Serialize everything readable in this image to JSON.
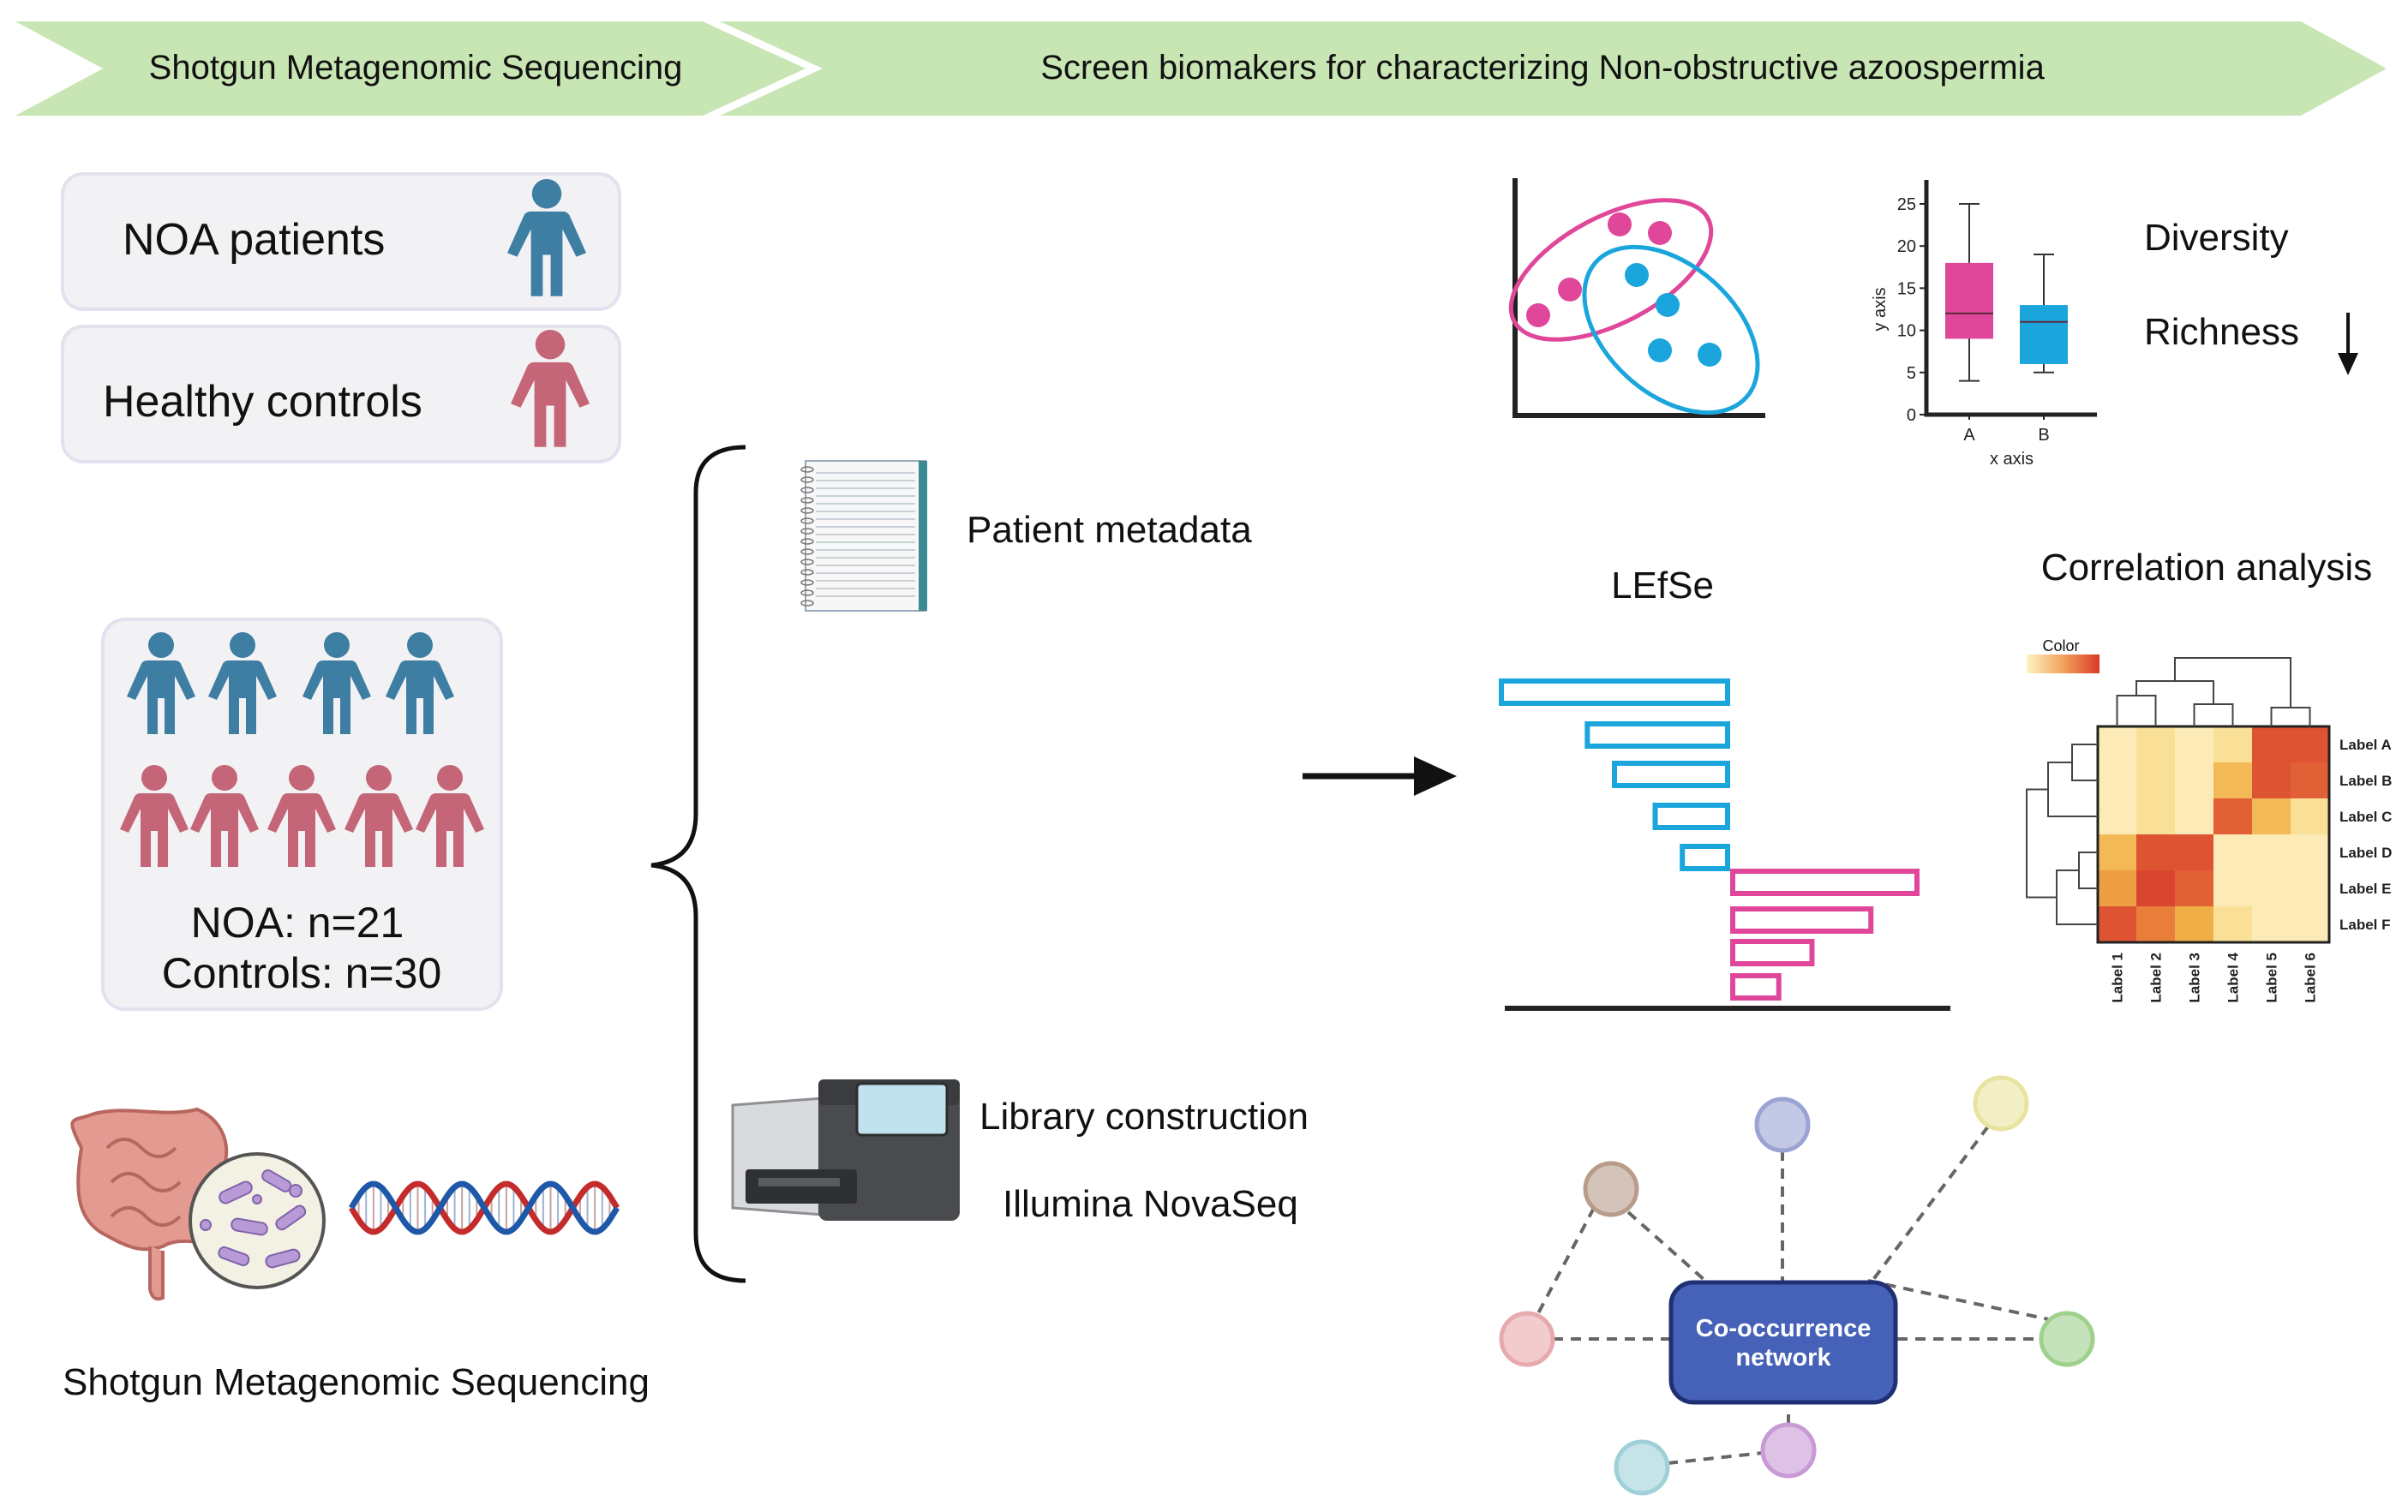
{
  "banner": {
    "left": "Shotgun Metagenomic Sequencing",
    "right": "Screen biomakers for characterizing Non-obstructive azoospermia",
    "fill": "#c8e6b4"
  },
  "groups": {
    "noa_label": "NOA patients",
    "controls_label": "Healthy controls",
    "noa_count": "NOA: n=21",
    "controls_count": "Controls: n=30"
  },
  "colors": {
    "noa": "#3f7ea3",
    "control": "#c46677",
    "pink": "#e0479a",
    "blue": "#1aa6dc",
    "network_box": "#4561b8"
  },
  "sequencing_caption": "Shotgun Metagenomic Sequencing",
  "steps": {
    "metadata": "Patient metadata",
    "library": "Library construction",
    "platform": "Illumina NovaSeq"
  },
  "diversity": {
    "label_diversity": "Diversity",
    "label_richness": "Richness",
    "boxplot": {
      "type": "box",
      "categories": [
        "A",
        "B"
      ],
      "xlabel": "x axis",
      "ylabel": "y axis",
      "yticks": [
        0,
        5,
        10,
        15,
        20,
        25
      ],
      "ylim": [
        0,
        25
      ],
      "boxes": [
        {
          "min": 4,
          "q1": 9,
          "median": 12,
          "q3": 18,
          "max": 25
        },
        {
          "min": 5,
          "q1": 6,
          "median": 11,
          "q3": 13,
          "max": 19
        }
      ]
    }
  },
  "lefse": {
    "title": "LEfSe",
    "bars_negative": [
      1.0,
      0.62,
      0.5,
      0.32,
      0.2
    ],
    "bars_positive": [
      1.0,
      0.75,
      0.43,
      0.25
    ]
  },
  "correlation": {
    "title": "Correlation analysis",
    "legend_label": "Color",
    "row_labels": [
      "Label A",
      "Label B",
      "Label C",
      "Label D",
      "Label E",
      "Label F"
    ],
    "col_labels": [
      "Label 1",
      "Label 2",
      "Label 3",
      "Label 4",
      "Label 5",
      "Label 6"
    ],
    "matrix": [
      [
        0.15,
        0.35,
        0.15,
        0.35,
        0.9,
        0.9
      ],
      [
        0.15,
        0.35,
        0.15,
        0.55,
        0.9,
        0.85
      ],
      [
        0.15,
        0.35,
        0.15,
        0.85,
        0.55,
        0.35
      ],
      [
        0.55,
        0.9,
        0.9,
        0.15,
        0.15,
        0.15
      ],
      [
        0.65,
        0.95,
        0.85,
        0.15,
        0.15,
        0.15
      ],
      [
        0.9,
        0.75,
        0.6,
        0.35,
        0.15,
        0.15
      ]
    ]
  },
  "network": {
    "center_label_line1": "Co-occurrence",
    "center_label_line2": "network",
    "node_colors": [
      "#9aa3d4",
      "#e9e3a0",
      "#b89b8a",
      "#e7a9ae",
      "#9fd18d",
      "#9fd0d8",
      "#c89ad6"
    ]
  }
}
